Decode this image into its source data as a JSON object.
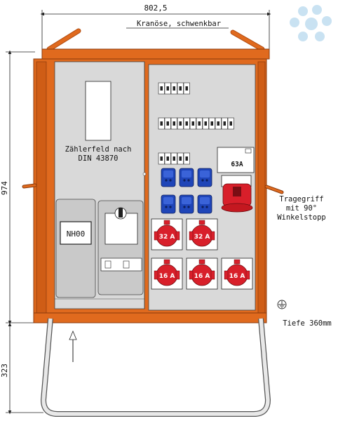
{
  "dimensions": {
    "width_label": "802,5",
    "height_label": "974",
    "stand_height_label": "323"
  },
  "labels": {
    "lifting_eye": "Kranöse, schwenkbar",
    "meter_field_line1": "Zählerfeld nach",
    "meter_field_line2": "DIN 43870",
    "fuse_box": "NH00",
    "main_socket": "63A",
    "handle_line1": "Tragegriff",
    "handle_line2": "mit 90°",
    "handle_line3": "Winkelstopp",
    "depth": "Tiefe 360mm"
  },
  "cee_sockets": [
    {
      "rating": "32 A"
    },
    {
      "rating": "32 A"
    },
    {
      "rating": "16 A"
    },
    {
      "rating": "16 A"
    },
    {
      "rating": "16 A"
    }
  ],
  "colors": {
    "housing": "#e06a1e",
    "housing_dark": "#b14d12",
    "panel": "#d9d9d9",
    "cee_red": "#d81f2a",
    "schuko_blue": "#1f45b8",
    "watermark": "#c9e2f2"
  },
  "icons": [
    "ground-symbol-icon",
    "watermark-logo-icon",
    "arrow-up-icon"
  ]
}
